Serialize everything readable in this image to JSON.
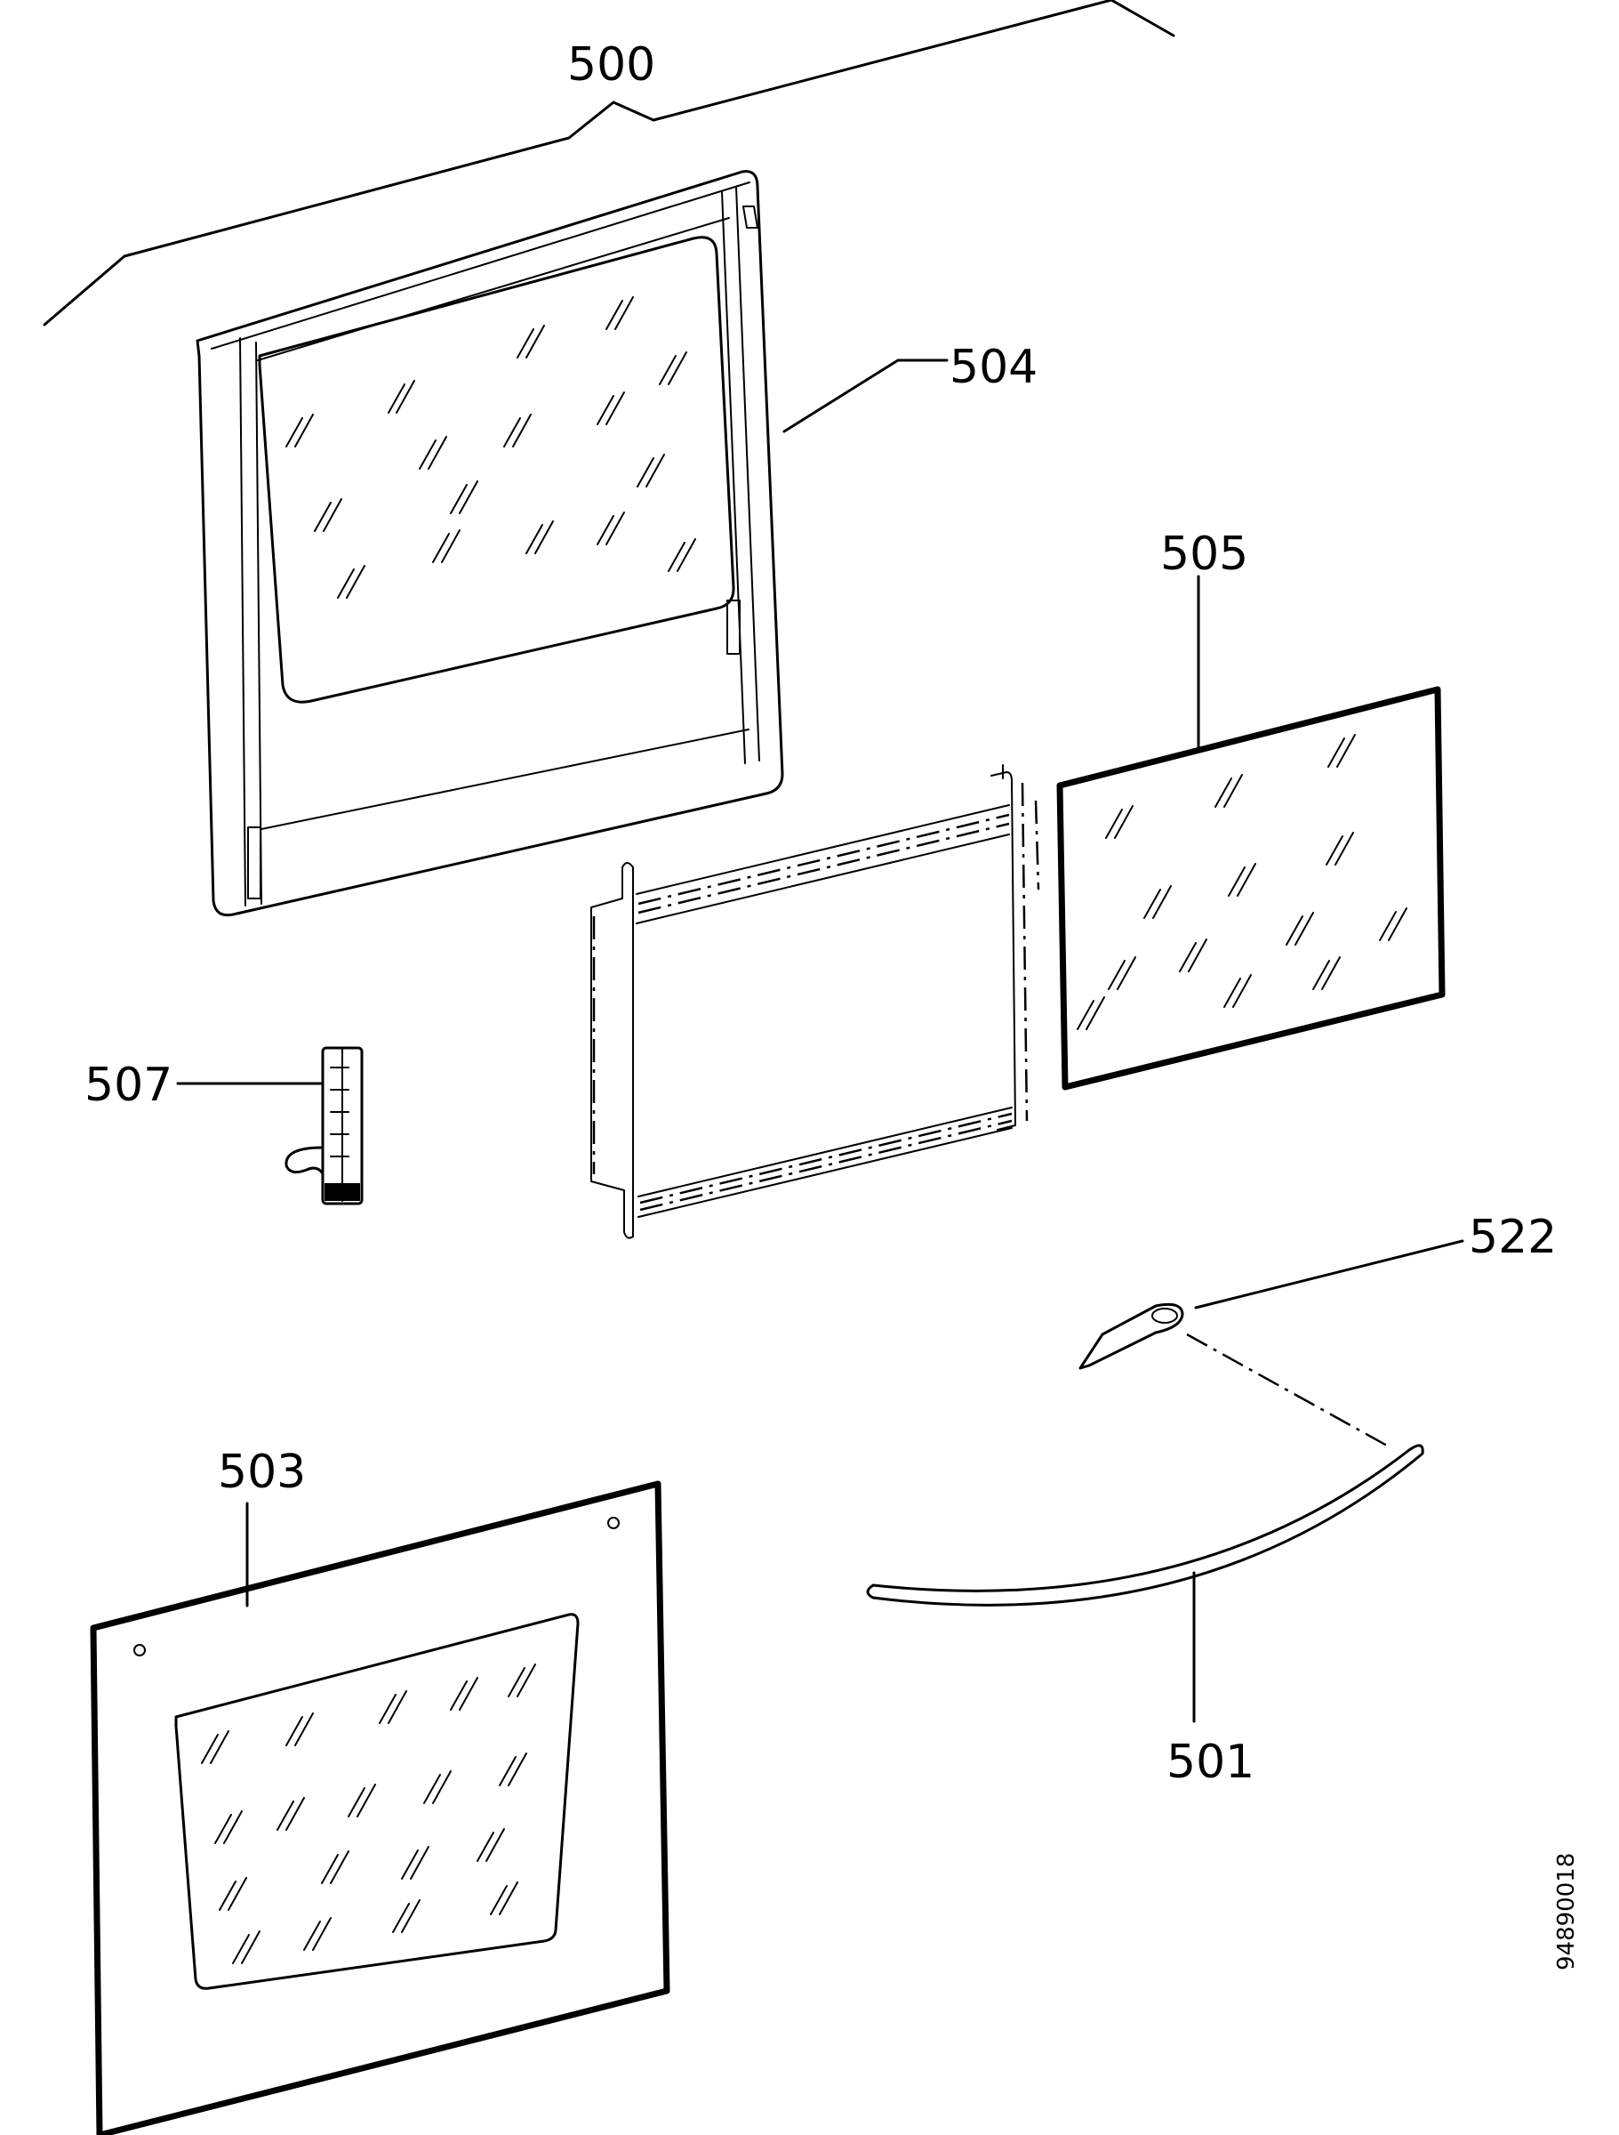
{
  "labels": {
    "assembly": "500",
    "inner_door_frame": "504",
    "inner_glass": "505",
    "hinge": "507",
    "handle_clip": "522",
    "outer_door_panel": "503",
    "handle": "501"
  },
  "drawing_ref": "94890018"
}
